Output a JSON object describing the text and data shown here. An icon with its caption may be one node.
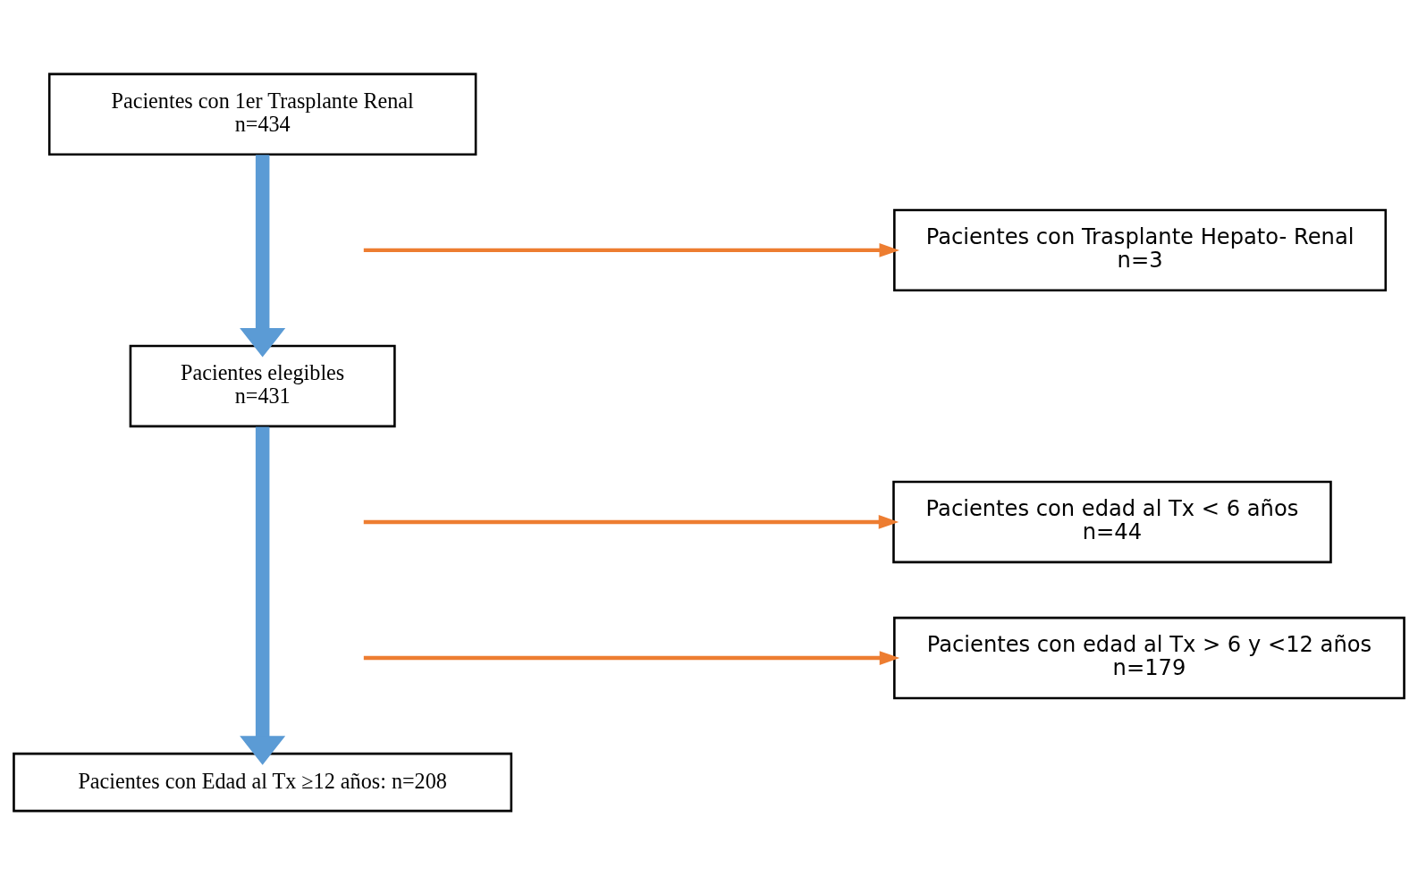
{
  "diagram": {
    "nodes": [
      {
        "text": [
          "Pacientes con 1er Trasplante Renal",
          "n=434"
        ]
      },
      {
        "text": [
          "Pacientes con Trasplante Hepato- Renal",
          "n=3"
        ]
      },
      {
        "text": [
          "Pacientes elegibles",
          "n=431"
        ]
      },
      {
        "text": [
          "Pacientes con edad al Tx < 6 años",
          "n=44"
        ]
      },
      {
        "text": [
          "Pacientes con edad al Tx > 6 y <12 años",
          "n=179"
        ]
      },
      {
        "text": [
          "Pacientes con Edad al Tx ≥12 años: n=208"
        ]
      }
    ],
    "edges": [
      {
        "from": 0,
        "to": 2,
        "arrow": "to",
        "style": "thick",
        "color": "#5b9bd5"
      },
      {
        "from": null,
        "to": 1,
        "arrow": "to"
      },
      {
        "from": 2,
        "to": 5,
        "arrow": "to",
        "style": "thick",
        "color": "#5b9bd5"
      },
      {
        "from": null,
        "to": 3,
        "arrow": "to"
      },
      {
        "from": null,
        "to": 4,
        "arrow": "to"
      }
    ]
  }
}
